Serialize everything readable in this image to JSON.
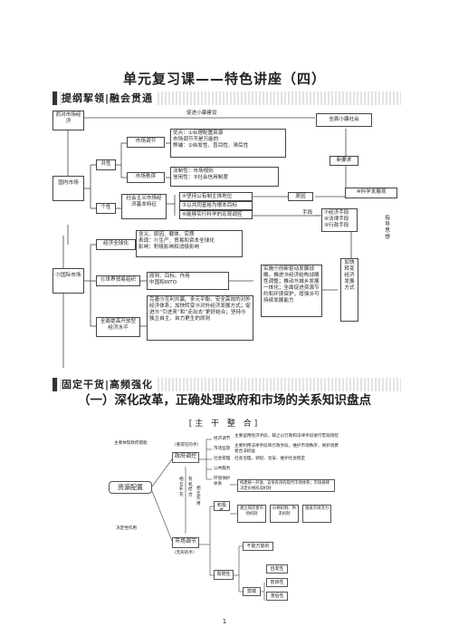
{
  "title": "单元复习课——特色讲座（四）",
  "banner1": "提纲挈领|融会贯通",
  "banner2": "固定干货|高频强化",
  "m1": {
    "cap": "而对市场经济",
    "promote": "促进小康建设",
    "comp": "全面小康社会",
    "domestic": "国内市场",
    "common": "共性",
    "adj": "市场调节",
    "adj_note": "优点：①合理配置资源\n市场调节不是万能的\n弊端：②自发性、盲目性、滞后性",
    "order": "市场秩序",
    "order_note": "法制性：市场规则\n信用性：③社会信用制度",
    "indiv": "个性",
    "soc": "社会主义市场经济基本特征",
    "f1": "④坚持公有制主体地位",
    "f2": "⑤以共同富裕为根本目标",
    "f3": "⑥能够实行科学的宏观调控",
    "principle": "原因",
    "means_lbl": "手段",
    "means": "⑦经济手段\n⑧法律手段\n⑨行政手段",
    "newreq": "新要求",
    "sci": "⑩科学发展观",
    "guide": "指导思想",
    "global": "经济全球化",
    "global_note": "含义、原因、载体、实质\n表现：⑪生产、贸易和资本全球化\n影响：积极影响和消极影响",
    "intl": "⑪国际市场",
    "wto": "⑫世界贸易组织",
    "wto_note": "原则、目标、作用\n中国和WTO",
    "open": "全面提高开放型经济水平",
    "open_note": "完善⑬互利共赢、多元平衡、安全高效的对外经济体系；加快转变⑭对外经济发展方式；促进⑮“引进来”和“走出去”更好结合；坚持⑯独立自主、自力更生的原则",
    "shift": "实施⑰创新驱动发展战略，推进⑱经济结构战略性调整；推动⑲城乡发展一体化；全面促进资源节约和环境保护，增强⑳可持续发展能力",
    "trans": "加快转变经济发展方式"
  },
  "section_title": "（一）深化改革，正确处理政府和市场的关系知识盘点",
  "subtitle": "[主 干 整 合]",
  "m2": {
    "gov_lbl": "（看得见的手）",
    "gov": "政府调控",
    "market_lbl": "（无形的手）",
    "market": "市场调节",
    "alloc": "资源配置",
    "main_rel": "主要体现政府职能",
    "decisive": "决定性作用",
    "complement": "相互补充",
    "combine": "有机结合",
    "interact": "相互作用",
    "g1": "经济调节",
    "g2": "市场监管",
    "g3": "社会管理",
    "g4": "公共服务",
    "g5": "环境保护",
    "g1d": "主要运用经济手段，辅之以行政和法律手段进行宏观调控",
    "g2d": "主要利用法律手段和行政手段，维护市场秩序，保护消费者合法权益",
    "g3d": "社会治理，调控、治安、维护社会稳定",
    "sys": "体系",
    "sysd": "构建统一开放、竞争有序的现代市场体系；市场规律决定价格形成机制",
    "pos": "积极性",
    "p1": "建立和完善市场机制",
    "p2": "价格机制、供求机制",
    "p3": "激发市场活力",
    "limit": "局限性",
    "l0": "不能万能的",
    "drawback": "弊端",
    "l1": "自发性",
    "l2": "盲目性",
    "l3": "滞后性"
  },
  "page_number": "1"
}
